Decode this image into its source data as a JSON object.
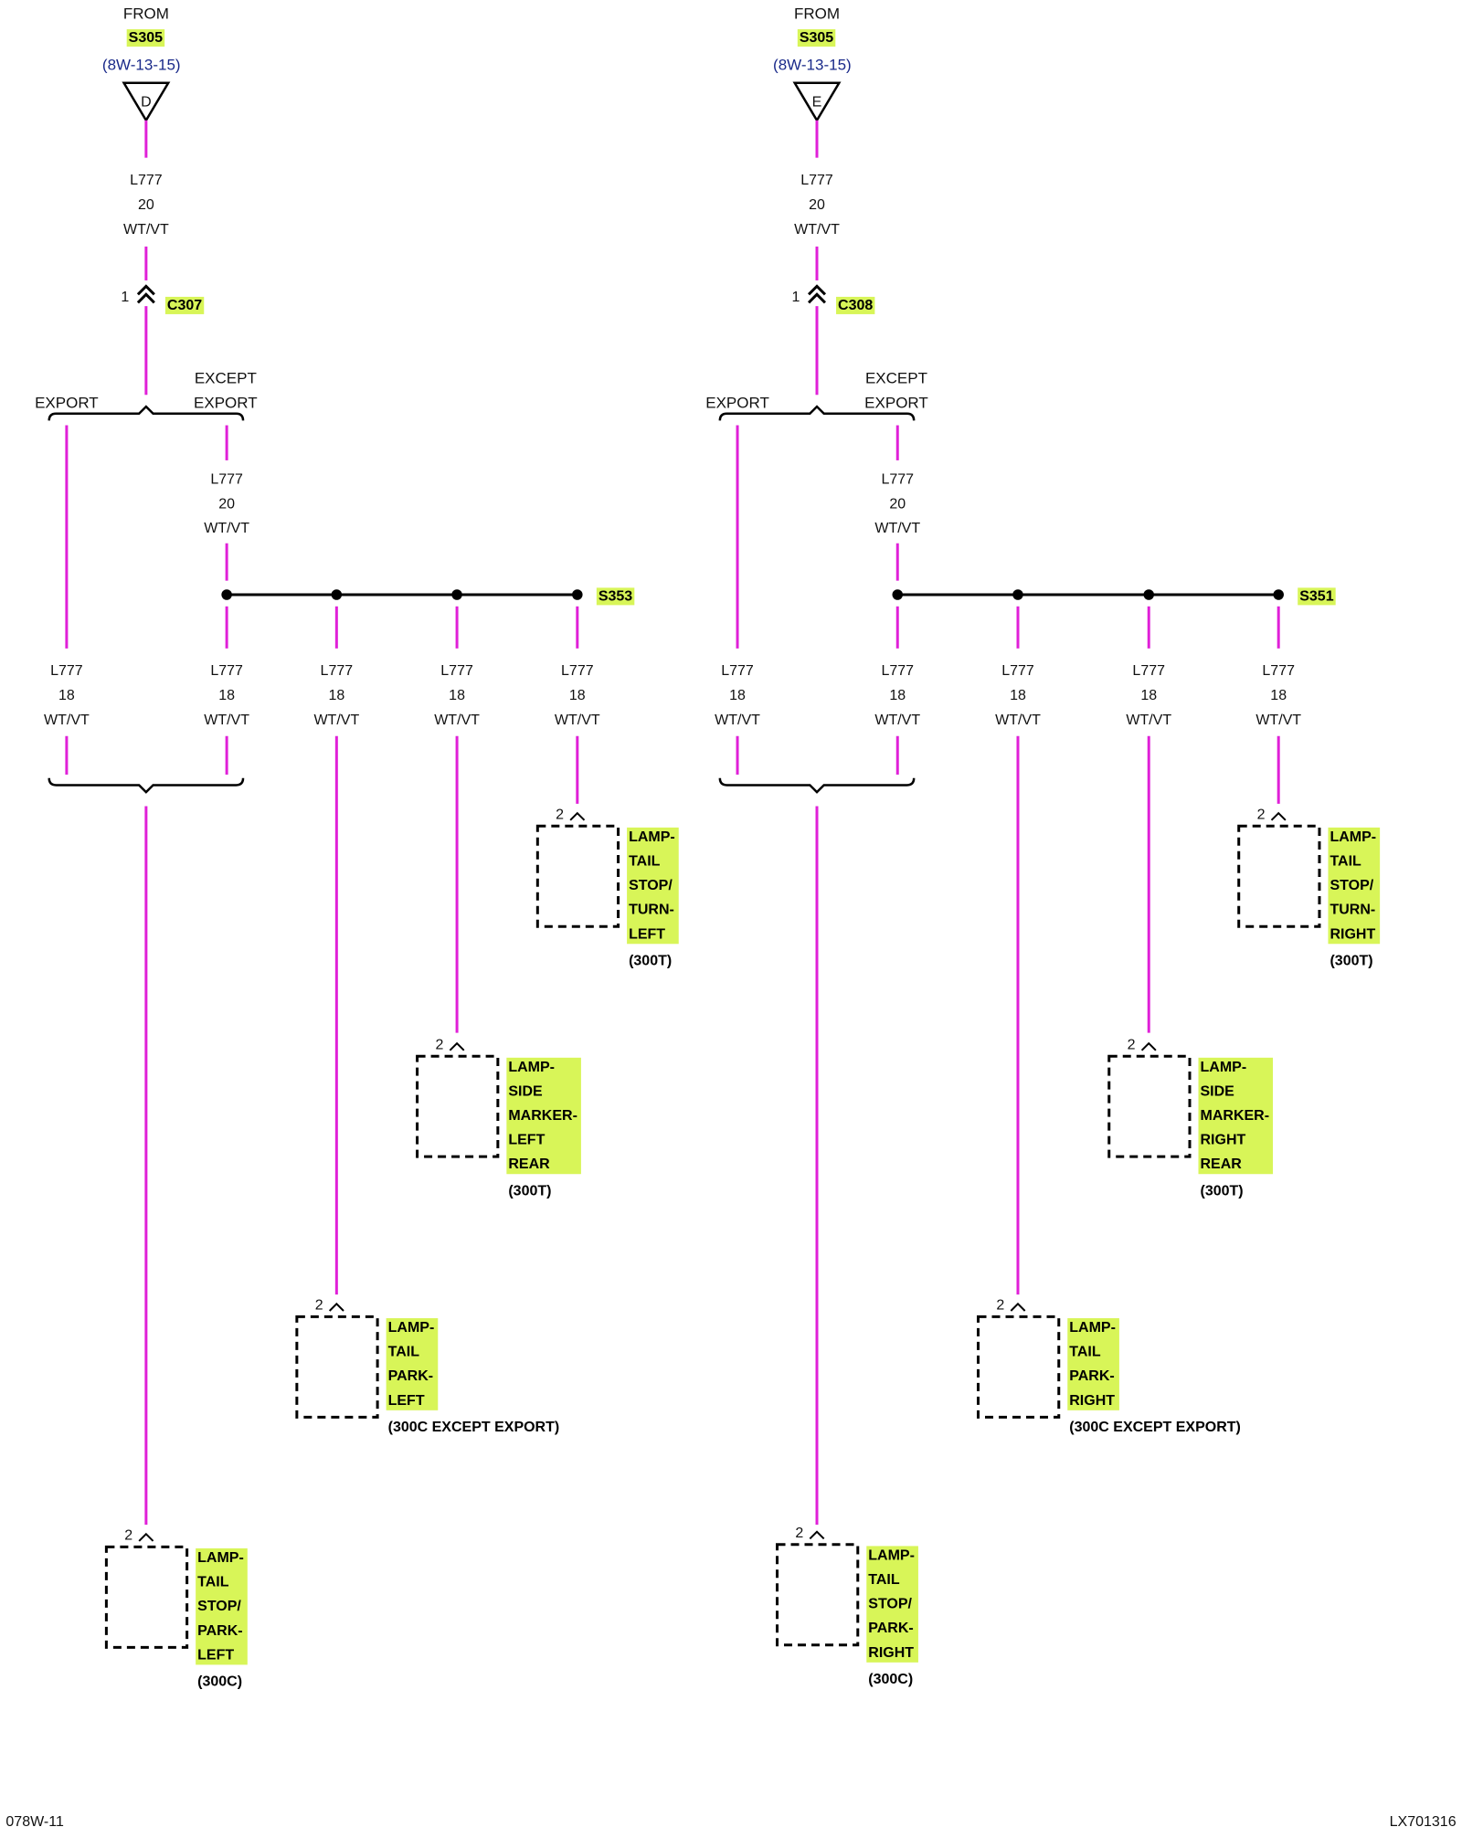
{
  "colors": {
    "wire": "#e020d8",
    "highlight": "#d8f558",
    "ref_text": "#1a2a8a"
  },
  "circuits": [
    {
      "from_label": "FROM",
      "splice_source": "S305",
      "page_ref": "(8W-13-15)",
      "terminal": "D",
      "wire_top": {
        "circuit": "L777",
        "gauge": "20",
        "color": "WT/VT"
      },
      "connector_pin": "1",
      "connector": "C307",
      "branch_left": [
        "EXPORT"
      ],
      "branch_right": [
        "EXCEPT",
        "EXPORT"
      ],
      "wire_mid": {
        "circuit": "L777",
        "gauge": "20",
        "color": "WT/VT"
      },
      "splice": "S353",
      "drop_wires": [
        {
          "circuit": "L777",
          "gauge": "18",
          "color": "WT/VT"
        },
        {
          "circuit": "L777",
          "gauge": "18",
          "color": "WT/VT"
        },
        {
          "circuit": "L777",
          "gauge": "18",
          "color": "WT/VT"
        },
        {
          "circuit": "L777",
          "gauge": "18",
          "color": "WT/VT"
        },
        {
          "circuit": "L777",
          "gauge": "18",
          "color": "WT/VT"
        }
      ],
      "components": [
        {
          "pin": "2",
          "lines": [
            "LAMP-",
            "TAIL",
            "STOP/",
            "TURN-",
            "LEFT"
          ],
          "variant": "(300T)"
        },
        {
          "pin": "2",
          "lines": [
            "LAMP-",
            "SIDE",
            "MARKER-",
            "LEFT",
            "REAR"
          ],
          "variant": "(300T)"
        },
        {
          "pin": "2",
          "lines": [
            "LAMP-",
            "TAIL",
            "PARK-",
            "LEFT"
          ],
          "variant": "(300C EXCEPT EXPORT)"
        },
        {
          "pin": "2",
          "lines": [
            "LAMP-",
            "TAIL",
            "STOP/",
            "PARK-",
            "LEFT"
          ],
          "variant": "(300C)"
        }
      ]
    },
    {
      "from_label": "FROM",
      "splice_source": "S305",
      "page_ref": "(8W-13-15)",
      "terminal": "E",
      "wire_top": {
        "circuit": "L777",
        "gauge": "20",
        "color": "WT/VT"
      },
      "connector_pin": "1",
      "connector": "C308",
      "branch_left": [
        "EXPORT"
      ],
      "branch_right": [
        "EXCEPT",
        "EXPORT"
      ],
      "wire_mid": {
        "circuit": "L777",
        "gauge": "20",
        "color": "WT/VT"
      },
      "splice": "S351",
      "drop_wires": [
        {
          "circuit": "L777",
          "gauge": "18",
          "color": "WT/VT"
        },
        {
          "circuit": "L777",
          "gauge": "18",
          "color": "WT/VT"
        },
        {
          "circuit": "L777",
          "gauge": "18",
          "color": "WT/VT"
        },
        {
          "circuit": "L777",
          "gauge": "18",
          "color": "WT/VT"
        },
        {
          "circuit": "L777",
          "gauge": "18",
          "color": "WT/VT"
        }
      ],
      "components": [
        {
          "pin": "2",
          "lines": [
            "LAMP-",
            "TAIL",
            "STOP/",
            "TURN-",
            "RIGHT"
          ],
          "variant": "(300T)"
        },
        {
          "pin": "2",
          "lines": [
            "LAMP-",
            "SIDE",
            "MARKER-",
            "RIGHT",
            "REAR"
          ],
          "variant": "(300T)"
        },
        {
          "pin": "2",
          "lines": [
            "LAMP-",
            "TAIL",
            "PARK-",
            "RIGHT"
          ],
          "variant": "(300C EXCEPT EXPORT)"
        },
        {
          "pin": "2",
          "lines": [
            "LAMP-",
            "TAIL",
            "STOP/",
            "PARK-",
            "RIGHT"
          ],
          "variant": "(300C)"
        }
      ]
    }
  ],
  "footer": {
    "left": "078W-11",
    "right": "LX701316"
  }
}
